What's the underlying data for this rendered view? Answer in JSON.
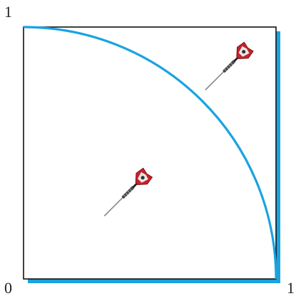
{
  "labels": {
    "top_left": "1",
    "bottom_left": "0",
    "bottom_right": "1"
  },
  "colors": {
    "arc": "#1aa3e0",
    "shadow": "#1aa3e0",
    "frame": "#111111",
    "dart_flight": "#c8202a",
    "dart_barrel": "#555555"
  },
  "darts": [
    {
      "name": "dart-upper-right",
      "tip": [
        0.72,
        0.75
      ],
      "flight": [
        0.88,
        0.91
      ]
    },
    {
      "name": "dart-center",
      "tip": [
        0.32,
        0.25
      ],
      "flight": [
        0.48,
        0.41
      ]
    }
  ]
}
